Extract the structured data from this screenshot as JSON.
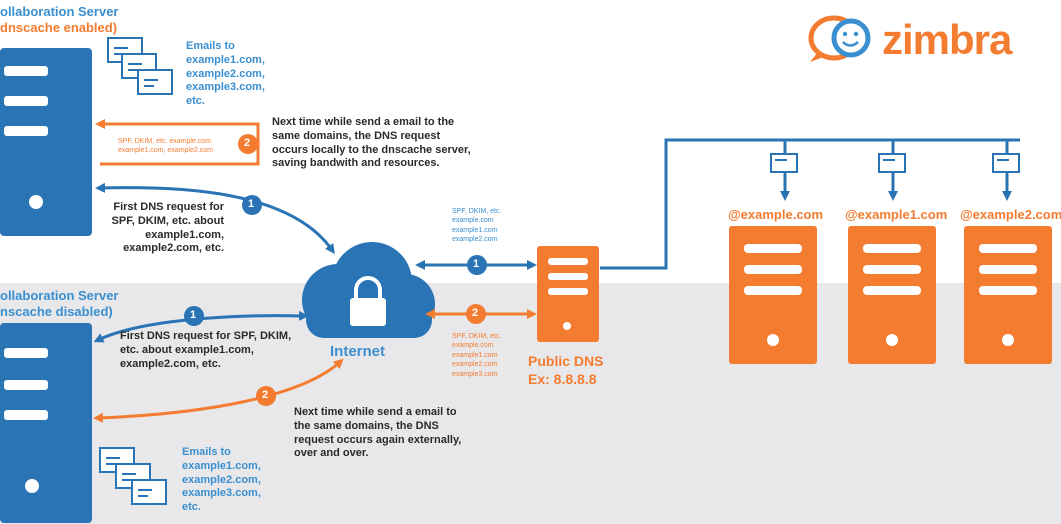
{
  "top_server": {
    "title": "ollaboration Server",
    "subtitle": "dnscache enabled)",
    "emails_label": [
      "Emails to",
      "example1.com,",
      "example2.com,",
      "example3.com,",
      "etc."
    ],
    "step1_text": [
      "First DNS request for",
      "SPF, DKIM, etc. about",
      "example1.com,",
      "example2.com, etc."
    ],
    "step2_text": [
      "Next time while send a email to the",
      "same domains, the DNS request",
      "occurs locally to the dnscache server,",
      "saving bandwith and resources."
    ],
    "step2_records": [
      "SPF, DKIM, etc. example.com",
      "example1.com, example2.com"
    ]
  },
  "bottom_server": {
    "title": "ollaboration Server",
    "subtitle": "nscache disabled)",
    "emails_label": [
      "Emails to",
      "example1.com,",
      "example2.com,",
      "example3.com,",
      "etc."
    ],
    "step1_text": [
      "First DNS request for SPF, DKIM,",
      "etc. about example1.com,",
      "example2.com, etc."
    ],
    "step2_text": [
      "Next time while send a email to",
      "the same domains, the DNS",
      "request occurs again externally,",
      "over and over."
    ]
  },
  "internet": {
    "label": "Internet"
  },
  "public_dns": {
    "label": "Public DNS",
    "example": "Ex: 8.8.8.8",
    "records_blue": [
      "SPF, DKIM, etc.",
      "example.com",
      "example1.com",
      "example2.com"
    ],
    "records_orange": [
      "SPF, DKIM, etc.",
      "example.com",
      "example1.com",
      "example2.com",
      "example3.com"
    ]
  },
  "domains": [
    "@example.com",
    "@example1.com",
    "@example2.com"
  ],
  "badges": {
    "one": "1",
    "two": "2"
  },
  "logo": {
    "word": "zimbra",
    "icon": "zimbra-face-icon"
  },
  "colors": {
    "blue": "#3a8fd0",
    "dark_blue": "#2a74b5",
    "orange": "#f47c30",
    "gray_bg": "#e8e8ea"
  }
}
